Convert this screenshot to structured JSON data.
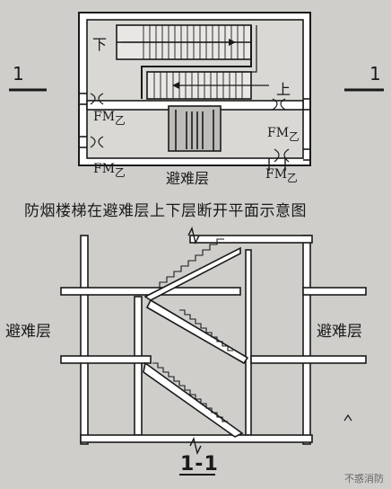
{
  "plan": {
    "down_label": "下",
    "up_label": "上",
    "section_mark": "1",
    "door_label": "FM",
    "door_sub": "乙",
    "refuge_floor": "避难层",
    "caption": "防烟楼梯在避难层上下层断开平面示意图"
  },
  "section": {
    "left_label": "避难层",
    "right_label": "避难层",
    "title": "1-1"
  },
  "watermark": "不惑消防",
  "colors": {
    "ink": "#1a1a1a",
    "paper": "#cfcecb",
    "wall_fill": "#ffffff"
  }
}
